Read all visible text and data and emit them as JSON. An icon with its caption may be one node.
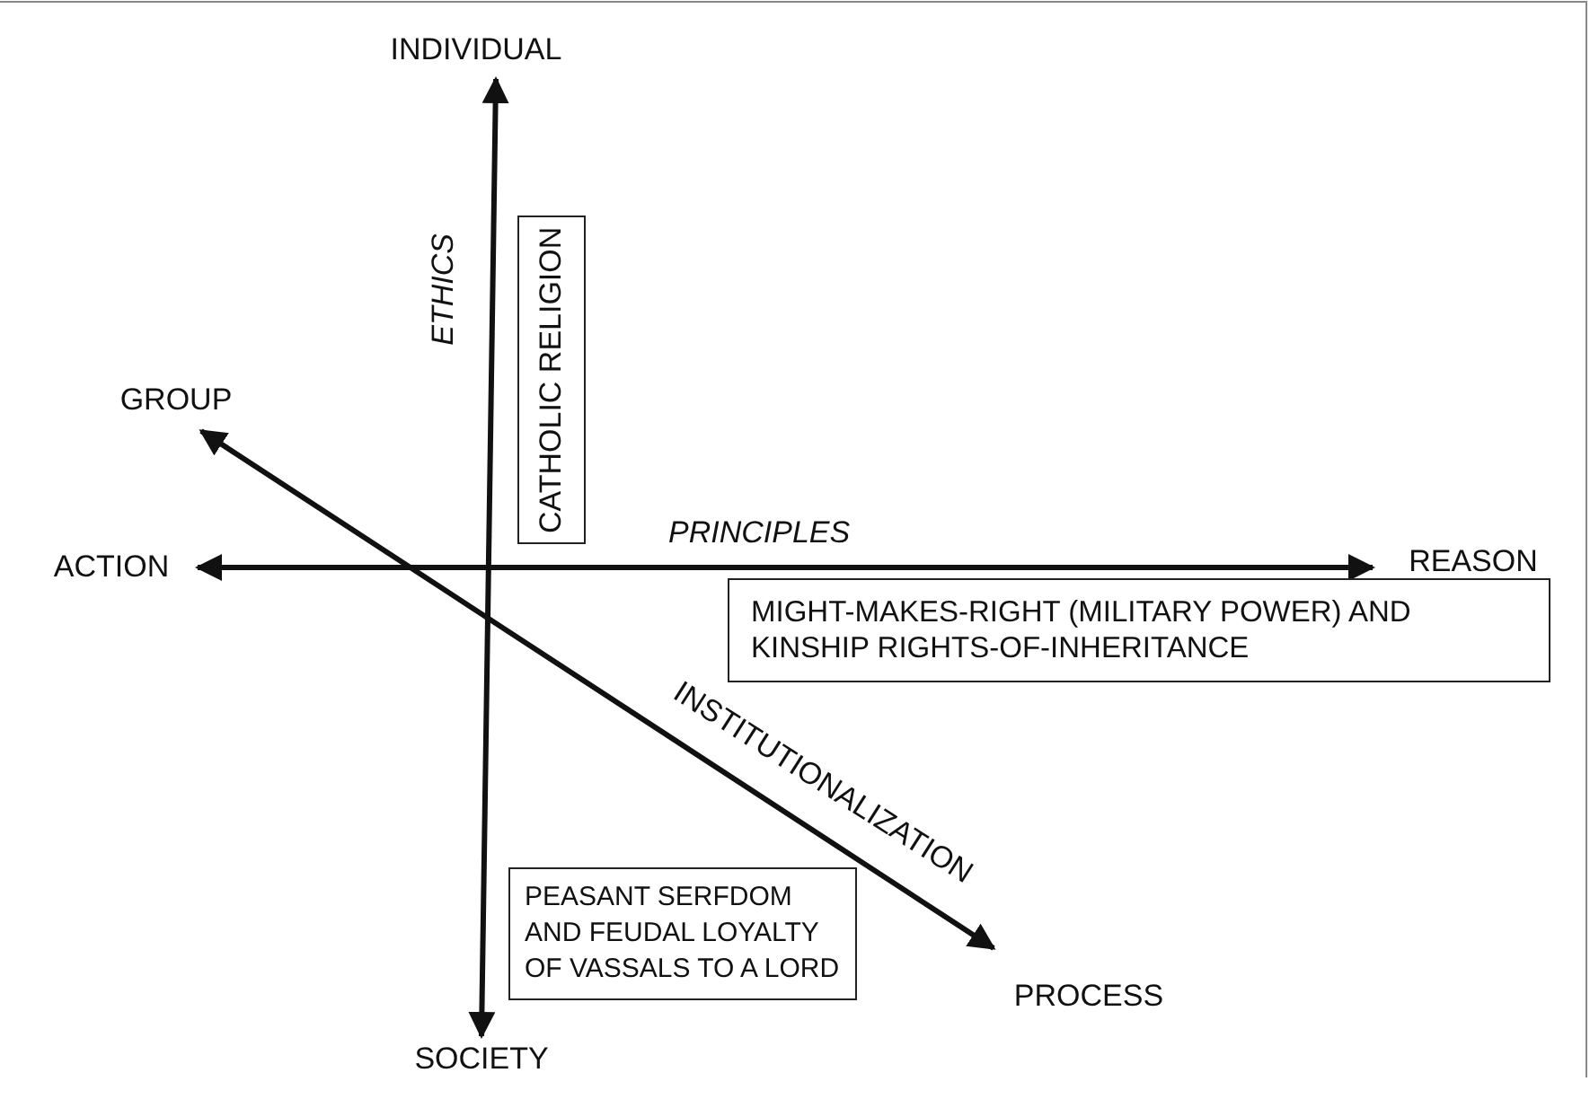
{
  "diagram": {
    "nodes": [
      {
        "text": [
          "INDIVIDUAL"
        ]
      },
      {
        "text": [
          "GROUP"
        ]
      },
      {
        "text": [
          "ACTION"
        ]
      },
      {
        "text": [
          "REASON"
        ]
      },
      {
        "text": [
          "SOCIETY"
        ]
      },
      {
        "text": [
          "PROCESS"
        ]
      },
      {
        "text": [
          "CATHOLIC RELIGION"
        ]
      },
      {
        "text": [
          "MIGHT-MAKES-RIGHT (MILITARY POWER) AND KINSHIP RIGHTS-OF-INHERITANCE"
        ]
      },
      {
        "text": [
          "PEASANT SERFDOM AND FEUDAL LOYALTY OF VASSALS TO A LORD"
        ]
      }
    ],
    "edges": [
      {
        "from": 4,
        "to": 0,
        "arrow": "both",
        "label": "ETHICS"
      },
      {
        "from": 2,
        "to": 3,
        "arrow": "both",
        "label": "PRINCIPLES"
      },
      {
        "from": 1,
        "to": 5,
        "arrow": "both",
        "label": "INSTITUTIONALIZATION"
      }
    ]
  }
}
